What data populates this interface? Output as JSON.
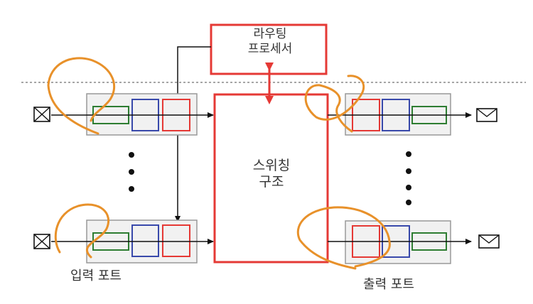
{
  "router_processor": {
    "line1": "라우팅",
    "line2": "프로세서"
  },
  "switch_fabric": {
    "line1": "스위칭",
    "line2": "구조"
  },
  "input_port": {
    "label": "입력 포트"
  },
  "output_port": {
    "label": "출력 포트"
  },
  "colors": {
    "router": "#e53935",
    "queue_green": "#2e7d32",
    "queue_blue": "#3949ab",
    "queue_red": "#e53935",
    "annotation": "#e8912a",
    "port_box": "#999999",
    "port_fill": "#f1f1f1"
  }
}
